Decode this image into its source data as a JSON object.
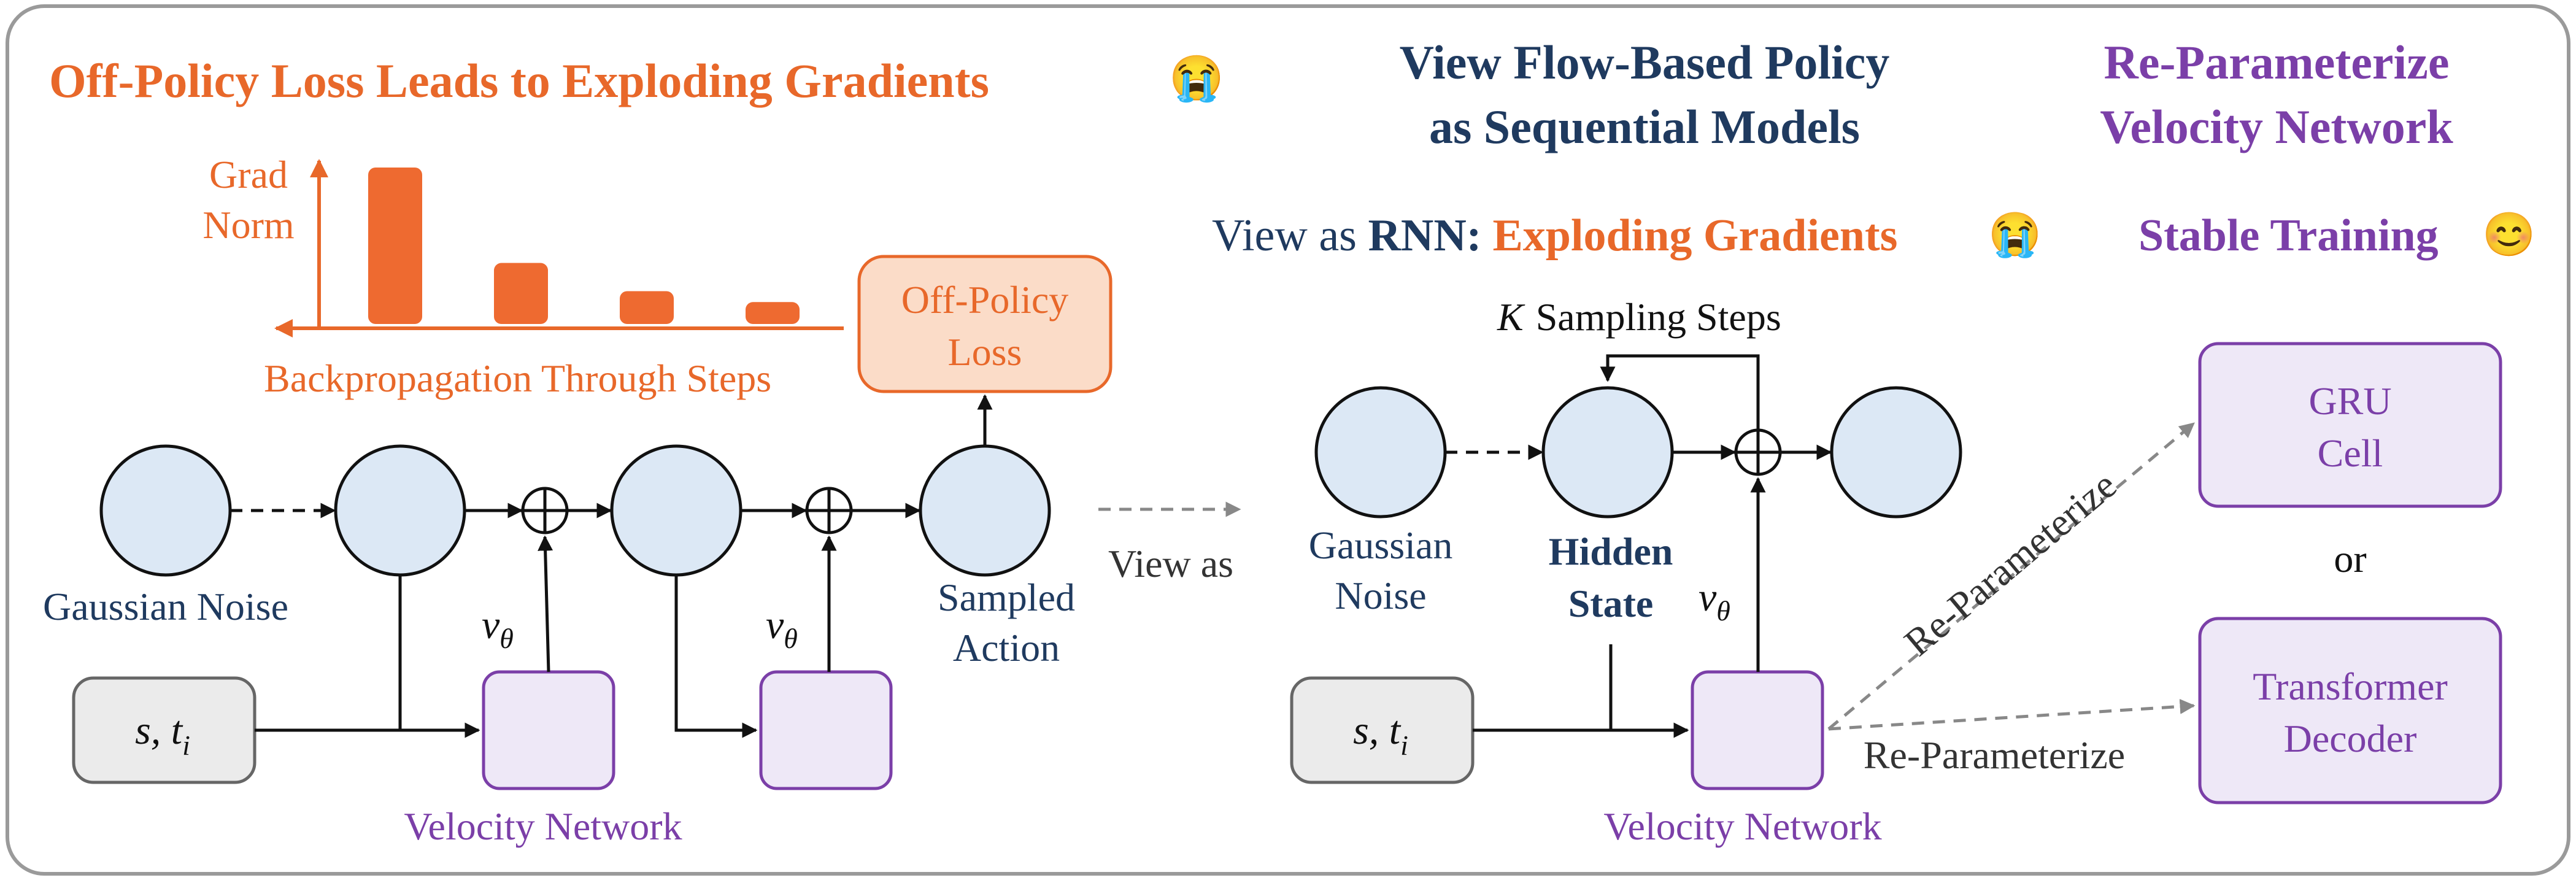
{
  "colors": {
    "orange": "#E8682A",
    "navy": "#1F3A5F",
    "purple": "#7B3FA8",
    "node_fill": "#DCE8F5",
    "velocity_fill": "#EEE8F7",
    "input_fill": "#EBEBEB",
    "loss_fill": "#FBDCC8"
  },
  "left_panel": {
    "title": "Off-Policy Loss Leads to Exploding Gradients",
    "title_emoji": "😭",
    "grad_norm_label_line1": "Grad",
    "grad_norm_label_line2": "Norm",
    "grad_bars": [
      1.0,
      0.39,
      0.21,
      0.14
    ],
    "backprop_label": "Backpropagation Through Steps",
    "loss_line1": "Off-Policy",
    "loss_line2": "Loss",
    "gaussian_noise": "Gaussian Noise",
    "sampled_action_line1": "Sampled",
    "sampled_action_line2": "Action",
    "input_label": "s, t",
    "input_subscript": "i",
    "v_label": "v",
    "v_subscript": "θ",
    "velocity_network": "Velocity Network"
  },
  "view_as": "View as",
  "middle_panel": {
    "title_line1": "View Flow-Based Policy",
    "title_line2": "as Sequential Models",
    "subtitle_prefix": "View as ",
    "subtitle_rnn": "RNN:",
    "subtitle_highlight": "Exploding Gradients",
    "subtitle_emoji": "😭",
    "k_symbol": "K",
    "k_steps_label": "Sampling Steps",
    "gaussian_noise_line1": "Gaussian",
    "gaussian_noise_line2": "Noise",
    "hidden_state_line1": "Hidden",
    "hidden_state_line2": "State",
    "input_label": "s, t",
    "input_subscript": "i",
    "v_label": "v",
    "v_subscript": "θ",
    "velocity_network": "Velocity Network"
  },
  "right_panel": {
    "title_line1": "Re-Parameterize",
    "title_line2": "Velocity Network",
    "subtitle": "Stable Training",
    "subtitle_emoji": "😊",
    "gru_line1": "GRU",
    "gru_line2": "Cell",
    "or_label": "or",
    "transformer_line1": "Transformer",
    "transformer_line2": "Decoder",
    "reparam_upper": "Re-Parameterize",
    "reparam_lower": "Re-Parameterize"
  }
}
